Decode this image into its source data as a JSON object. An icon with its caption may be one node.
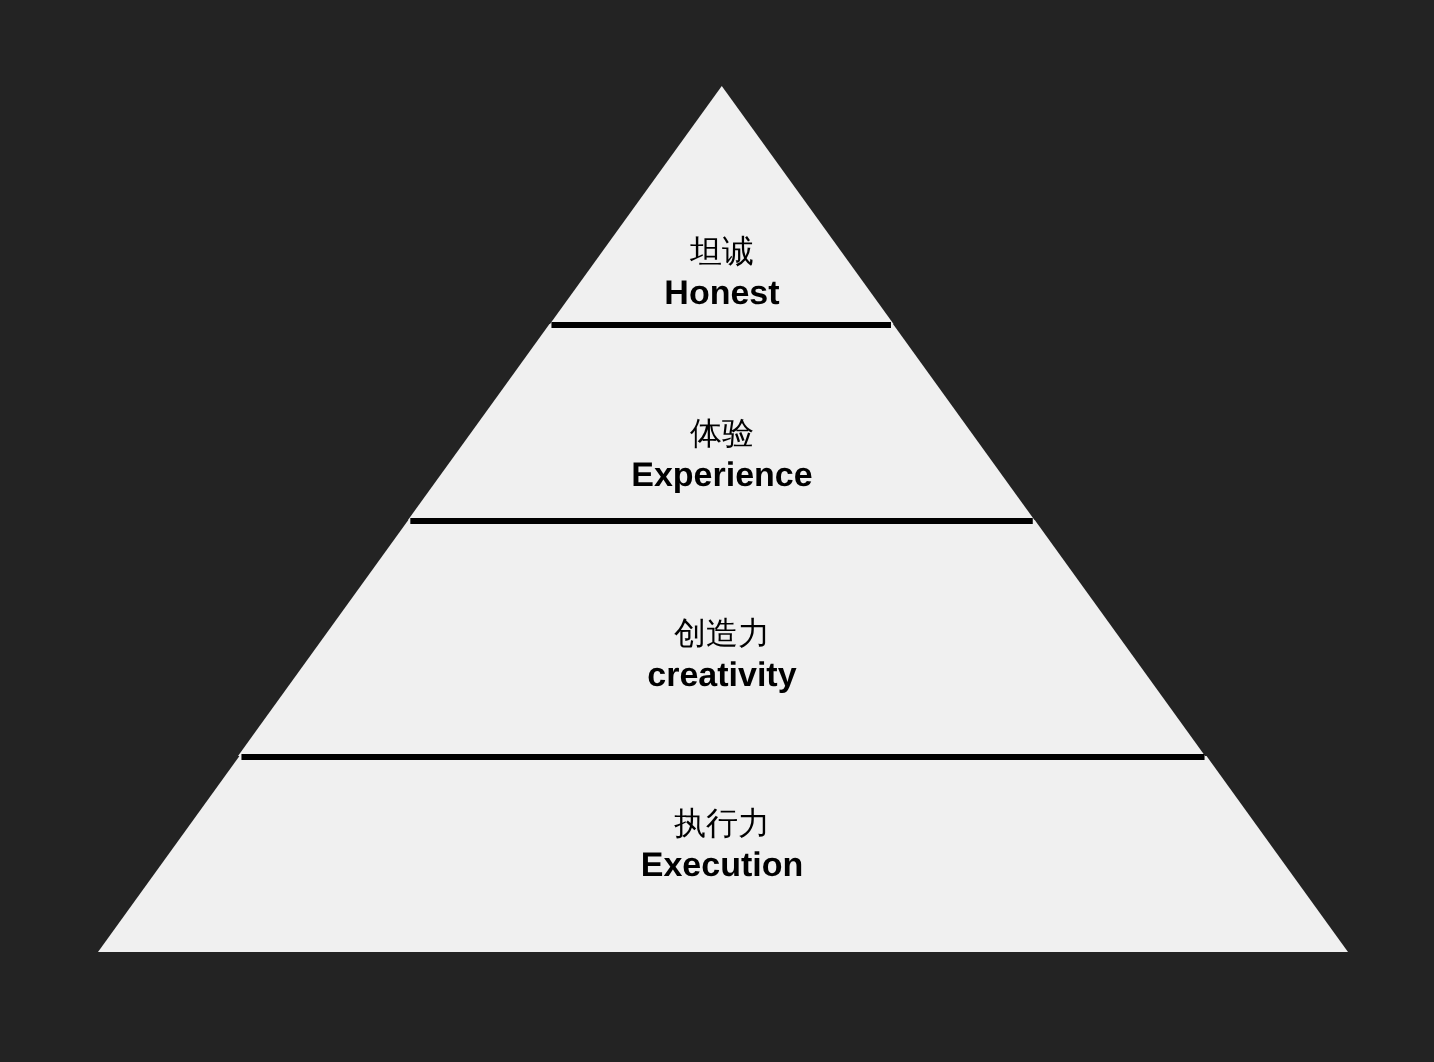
{
  "diagram": {
    "nodes": [
      {
        "text": [
          "坦诚",
          "Honest"
        ]
      },
      {
        "text": [
          "体验",
          "Experience"
        ]
      },
      {
        "text": [
          "创造力",
          "creativity"
        ]
      },
      {
        "text": [
          "执行力",
          "Execution"
        ]
      }
    ]
  }
}
